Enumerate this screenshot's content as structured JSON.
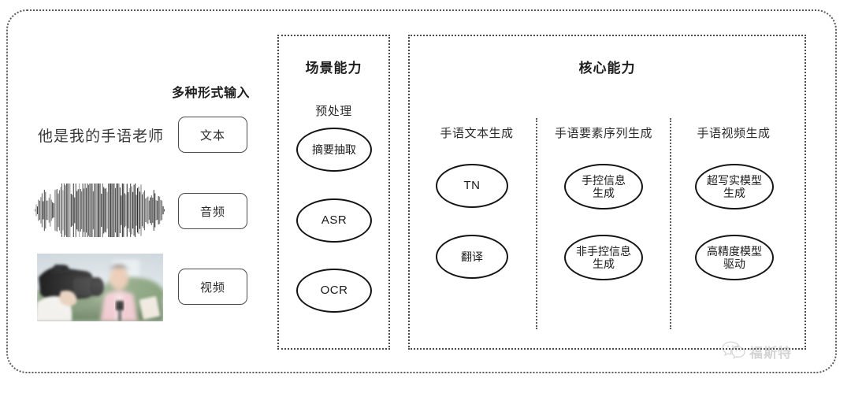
{
  "diagram": {
    "input_section": {
      "header": "多种形式输入",
      "sample_text": "他是我的手语老师",
      "chips": [
        {
          "label": "文本",
          "icon": "text-sample-icon"
        },
        {
          "label": "音频",
          "icon": "audio-waveform-icon"
        },
        {
          "label": "视频",
          "icon": "video-thumbnail-icon"
        }
      ]
    },
    "scene_section": {
      "title": "场景能力",
      "subtitle": "预处理",
      "nodes": [
        {
          "label": "摘要抽取",
          "script": "cjk"
        },
        {
          "label": "ASR",
          "script": "latin"
        },
        {
          "label": "OCR",
          "script": "latin"
        }
      ]
    },
    "core_section": {
      "title": "核心能力",
      "columns": [
        {
          "header": "手语文本生成",
          "nodes": [
            {
              "label": "TN",
              "script": "latin"
            },
            {
              "label": "翻译",
              "script": "cjk"
            }
          ]
        },
        {
          "header": "手语要素序列生成",
          "nodes": [
            {
              "label": "手控信息\n生成",
              "script": "cjk"
            },
            {
              "label": "非手控信息\n生成",
              "script": "cjk"
            }
          ]
        },
        {
          "header": "手语视频生成",
          "nodes": [
            {
              "label": "超写实模型\n生成",
              "script": "cjk"
            },
            {
              "label": "高精度模型\n驱动",
              "script": "cjk"
            }
          ]
        }
      ]
    },
    "watermark": {
      "text": "福斯特",
      "icon": "wechat-logo-icon"
    },
    "colors": {
      "border_dark": "#141414",
      "border_dotted": "#4a4a4a",
      "text": "#2b2b2b",
      "watermark": "#9a9a9a"
    }
  }
}
